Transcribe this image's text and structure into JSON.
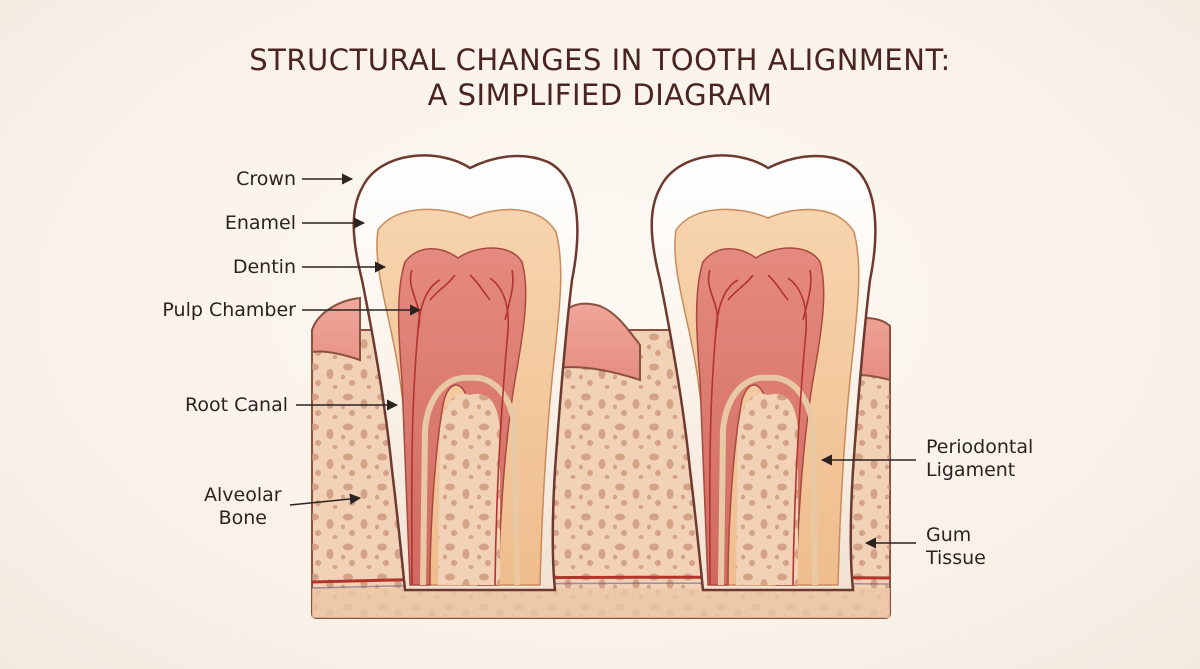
{
  "title": {
    "line1": "STRUCTURAL CHANGES IN TOOTH ALIGNMENT:",
    "line2": "A SIMPLIFIED DIAGRAM"
  },
  "labels": {
    "crown": "Crown",
    "enamel": "Enamel",
    "dentin": "Dentin",
    "pulp_chamber": "Pulp Chamber",
    "root_canal": "Root Canal",
    "alveolar_bone": [
      "Alveolar",
      "Bone"
    ],
    "periodontal_ligament": [
      "Periodontal",
      "Ligament"
    ],
    "gum_tissue": [
      "Gum",
      "Tissue"
    ]
  },
  "colors": {
    "title": "#4a2420",
    "outline": "#6e3a30",
    "enamel": "#fdf8f2",
    "dentin": "#f3c596",
    "pulp": "#d9736a",
    "gum": "#ec9d92",
    "bone": "#f2d2b6",
    "bone_pore": "#c99277",
    "vessel": "#b3332d"
  }
}
